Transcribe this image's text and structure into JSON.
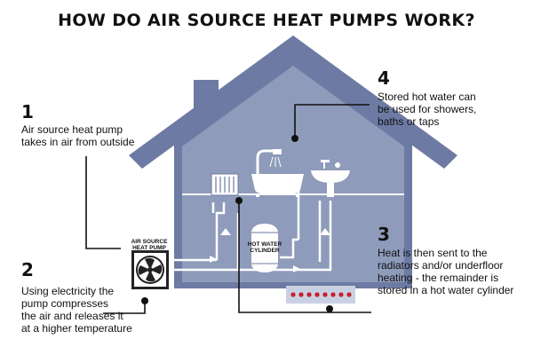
{
  "title": "HOW DO AIR SOURCE HEAT PUMPS WORK?",
  "steps": [
    {
      "number": "1",
      "lines": [
        "Air source heat pump",
        "takes in air from outside"
      ]
    },
    {
      "number": "2",
      "lines": [
        "Using electricity the",
        "pump compresses",
        "the air and releases it",
        "at a higher temperature"
      ]
    },
    {
      "number": "3",
      "lines": [
        "Heat is then sent to the",
        "radiators and/or underfloor",
        "heating - the remainder is",
        "stored in a hot water cylinder"
      ]
    },
    {
      "number": "4",
      "lines": [
        "Stored hot water can",
        "be used for showers,",
        "baths or taps"
      ]
    }
  ],
  "labels": {
    "heat_pump": [
      "AIR SOURCE",
      "HEAT PUMP"
    ],
    "cylinder": [
      "HOT WATER",
      "CYLINDER"
    ]
  },
  "icons": [
    "heat-pump-fan-icon",
    "radiator-icon",
    "bath-icon",
    "sink-icon",
    "hot-water-cylinder-icon",
    "underfloor-heating-icon"
  ],
  "colors": {
    "house": "#6d7aa3",
    "house_inner": "#8f9bbb",
    "pipe": "#ffffff",
    "heating_dots": "#c8202c",
    "lines": "#111111"
  }
}
